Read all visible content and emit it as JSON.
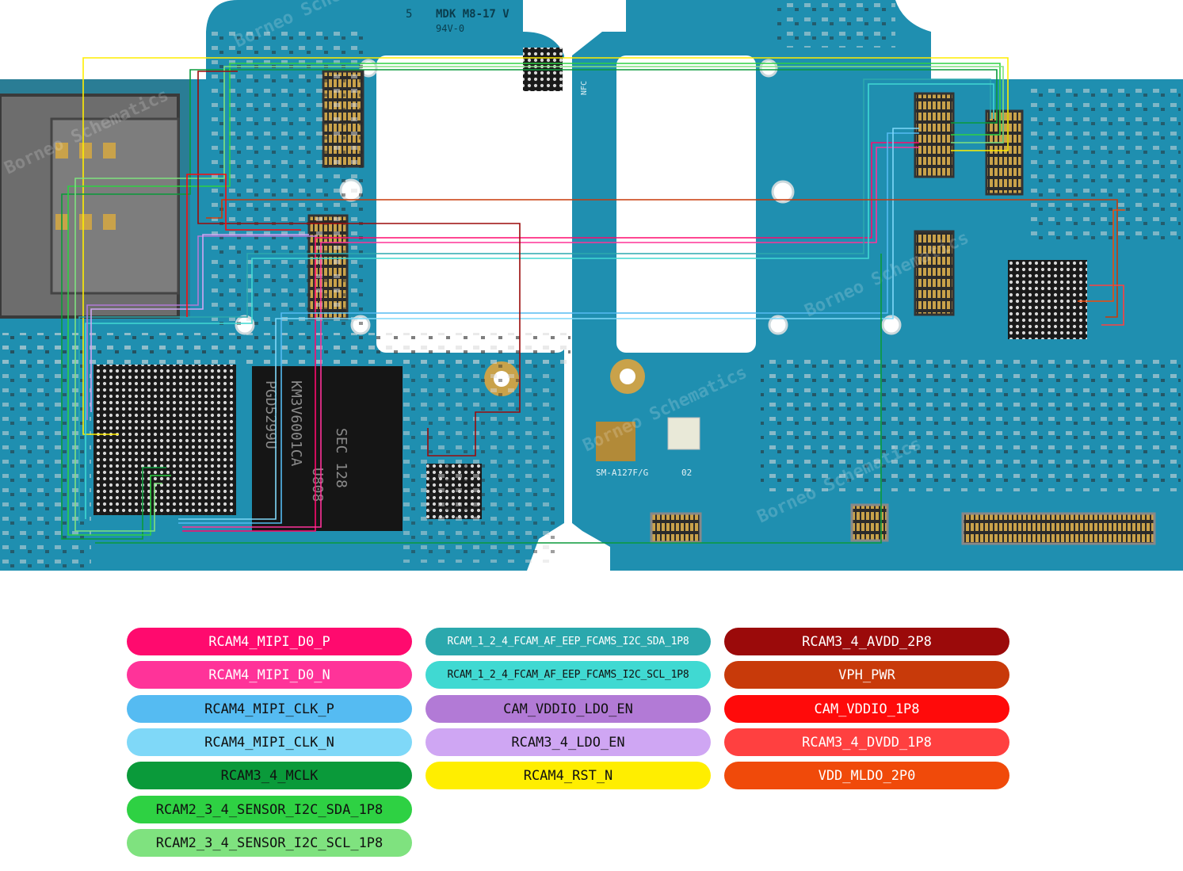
{
  "board": {
    "chip_text": {
      "ram_line1": "KM3V6001CA",
      "ram_line2": "PGD5299U",
      "ram_line3": "SEC 128",
      "ram_line4": "U808"
    },
    "pcb_model_text": "SM-A127F/G",
    "pcb_rev_text": "02",
    "pcb_top_text": "MDK M8-17 V",
    "pcb_top_text2": "94V-0",
    "pcb_five": "5",
    "nfc_label": "NFC",
    "watermark": "Borneo Schematics"
  },
  "legend": {
    "items": [
      {
        "label": "RCAM4_MIPI_D0_P",
        "color": "#ff0a6e",
        "text_color": "#ffffff"
      },
      {
        "label": "RCAM4_MIPI_D0_N",
        "color": "#ff3399",
        "text_color": "#ffffff"
      },
      {
        "label": "RCAM4_MIPI_CLK_P",
        "color": "#55bbf2",
        "text_color": "#111111"
      },
      {
        "label": "RCAM4_MIPI_CLK_N",
        "color": "#7fd8f8",
        "text_color": "#111111"
      },
      {
        "label": "RCAM3_4_MCLK",
        "color": "#0a9a3a",
        "text_color": "#111111"
      },
      {
        "label": "RCAM2_3_4_SENSOR_I2C_SDA_1P8",
        "color": "#2ed143",
        "text_color": "#111111"
      },
      {
        "label": "RCAM2_3_4_SENSOR_I2C_SCL_1P8",
        "color": "#7fe27f",
        "text_color": "#111111"
      },
      {
        "label": "RCAM_1_2_4_FCAM_AF_EEP_FCAMS_I2C_SDA_1P8",
        "color": "#2ba8ad",
        "text_color": "#ffffff"
      },
      {
        "label": "RCAM_1_2_4_FCAM_AF_EEP_FCAMS_I2C_SCL_1P8",
        "color": "#40d9d2",
        "text_color": "#111111"
      },
      {
        "label": "CAM_VDDIO_LDO_EN",
        "color": "#b27ad6",
        "text_color": "#111111"
      },
      {
        "label": "RCAM3_4_LDO_EN",
        "color": "#cfa6f3",
        "text_color": "#111111"
      },
      {
        "label": "RCAM4_RST_N",
        "color": "#ffee00",
        "text_color": "#111111"
      },
      {
        "label": "RCAM3_4_AVDD_2P8",
        "color": "#9b0a0a",
        "text_color": "#ffffff"
      },
      {
        "label": "VPH_PWR",
        "color": "#c83a0a",
        "text_color": "#ffffff"
      },
      {
        "label": "CAM_VDDIO_1P8",
        "color": "#ff0a0a",
        "text_color": "#ffffff"
      },
      {
        "label": "RCAM3_4_DVDD_1P8",
        "color": "#ff4040",
        "text_color": "#ffffff"
      },
      {
        "label": "VDD_MLDO_2P0",
        "color": "#f04a0a",
        "text_color": "#ffffff"
      }
    ]
  }
}
